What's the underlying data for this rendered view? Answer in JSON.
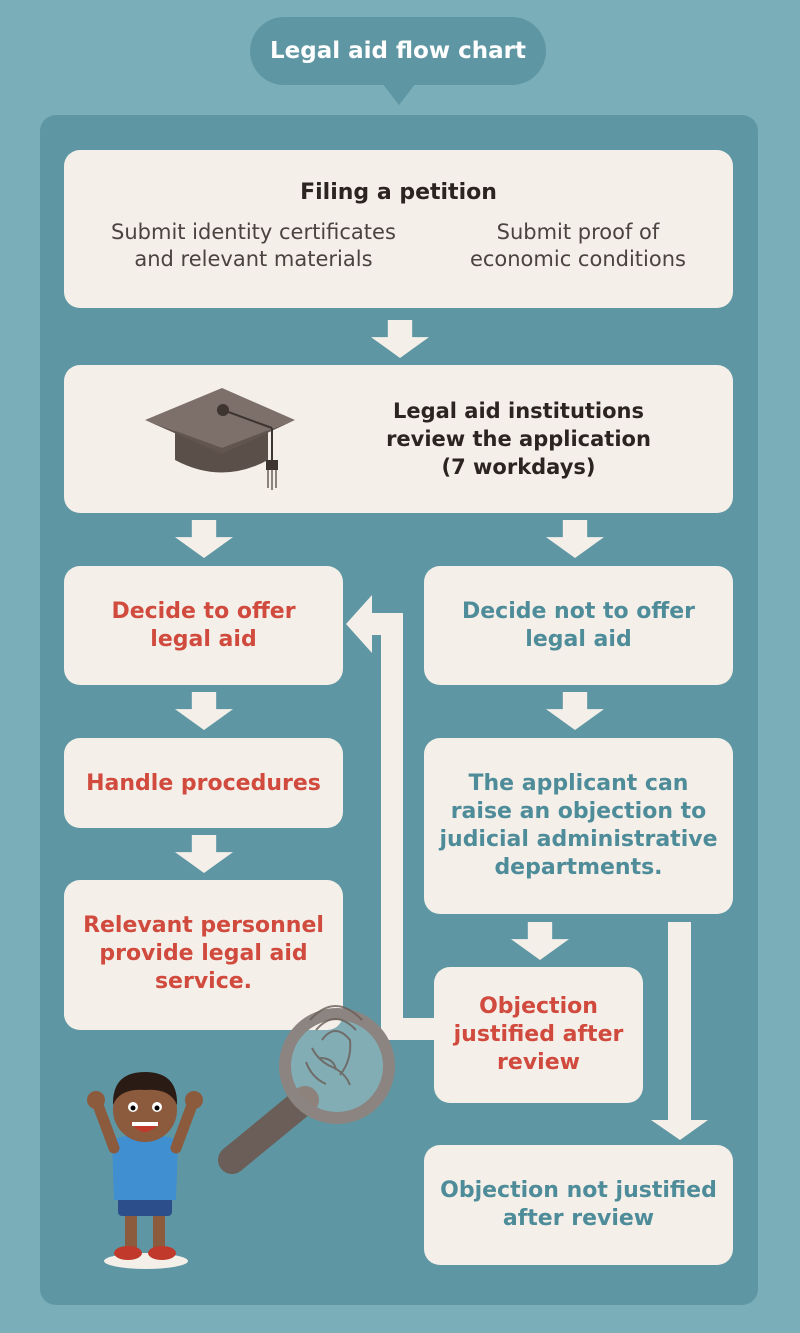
{
  "title": "Legal aid flow chart",
  "petition": {
    "heading": "Filing a petition",
    "left_line1": "Submit identity certificates",
    "left_line2": "and relevant materials",
    "right_line1": "Submit proof of",
    "right_line2": "economic conditions"
  },
  "review": {
    "line1": "Legal aid institutions",
    "line2": "review the application",
    "line3": "(7 workdays)"
  },
  "offer": {
    "line1": "Decide to offer",
    "line2": "legal aid"
  },
  "not_offer": {
    "line1": "Decide not to offer",
    "line2": "legal aid"
  },
  "procedures": "Handle procedures",
  "personnel": {
    "line1": "Relevant personnel",
    "line2": "provide legal aid",
    "line3": "service."
  },
  "objection_raise": {
    "line1": "The applicant can",
    "line2": "raise an objection to",
    "line3": "judicial administrative",
    "line4": "departments."
  },
  "justified": {
    "line1": "Objection",
    "line2": "justified after",
    "line3": "review"
  },
  "not_justified": {
    "line1": "Objection not justified",
    "line2": "after review"
  },
  "colors": {
    "background": "#7aaeb9",
    "panel": "#5e97a3",
    "box": "#f4efe9",
    "positive_text": "#d14a3e",
    "negative_text": "#4e8c99"
  }
}
